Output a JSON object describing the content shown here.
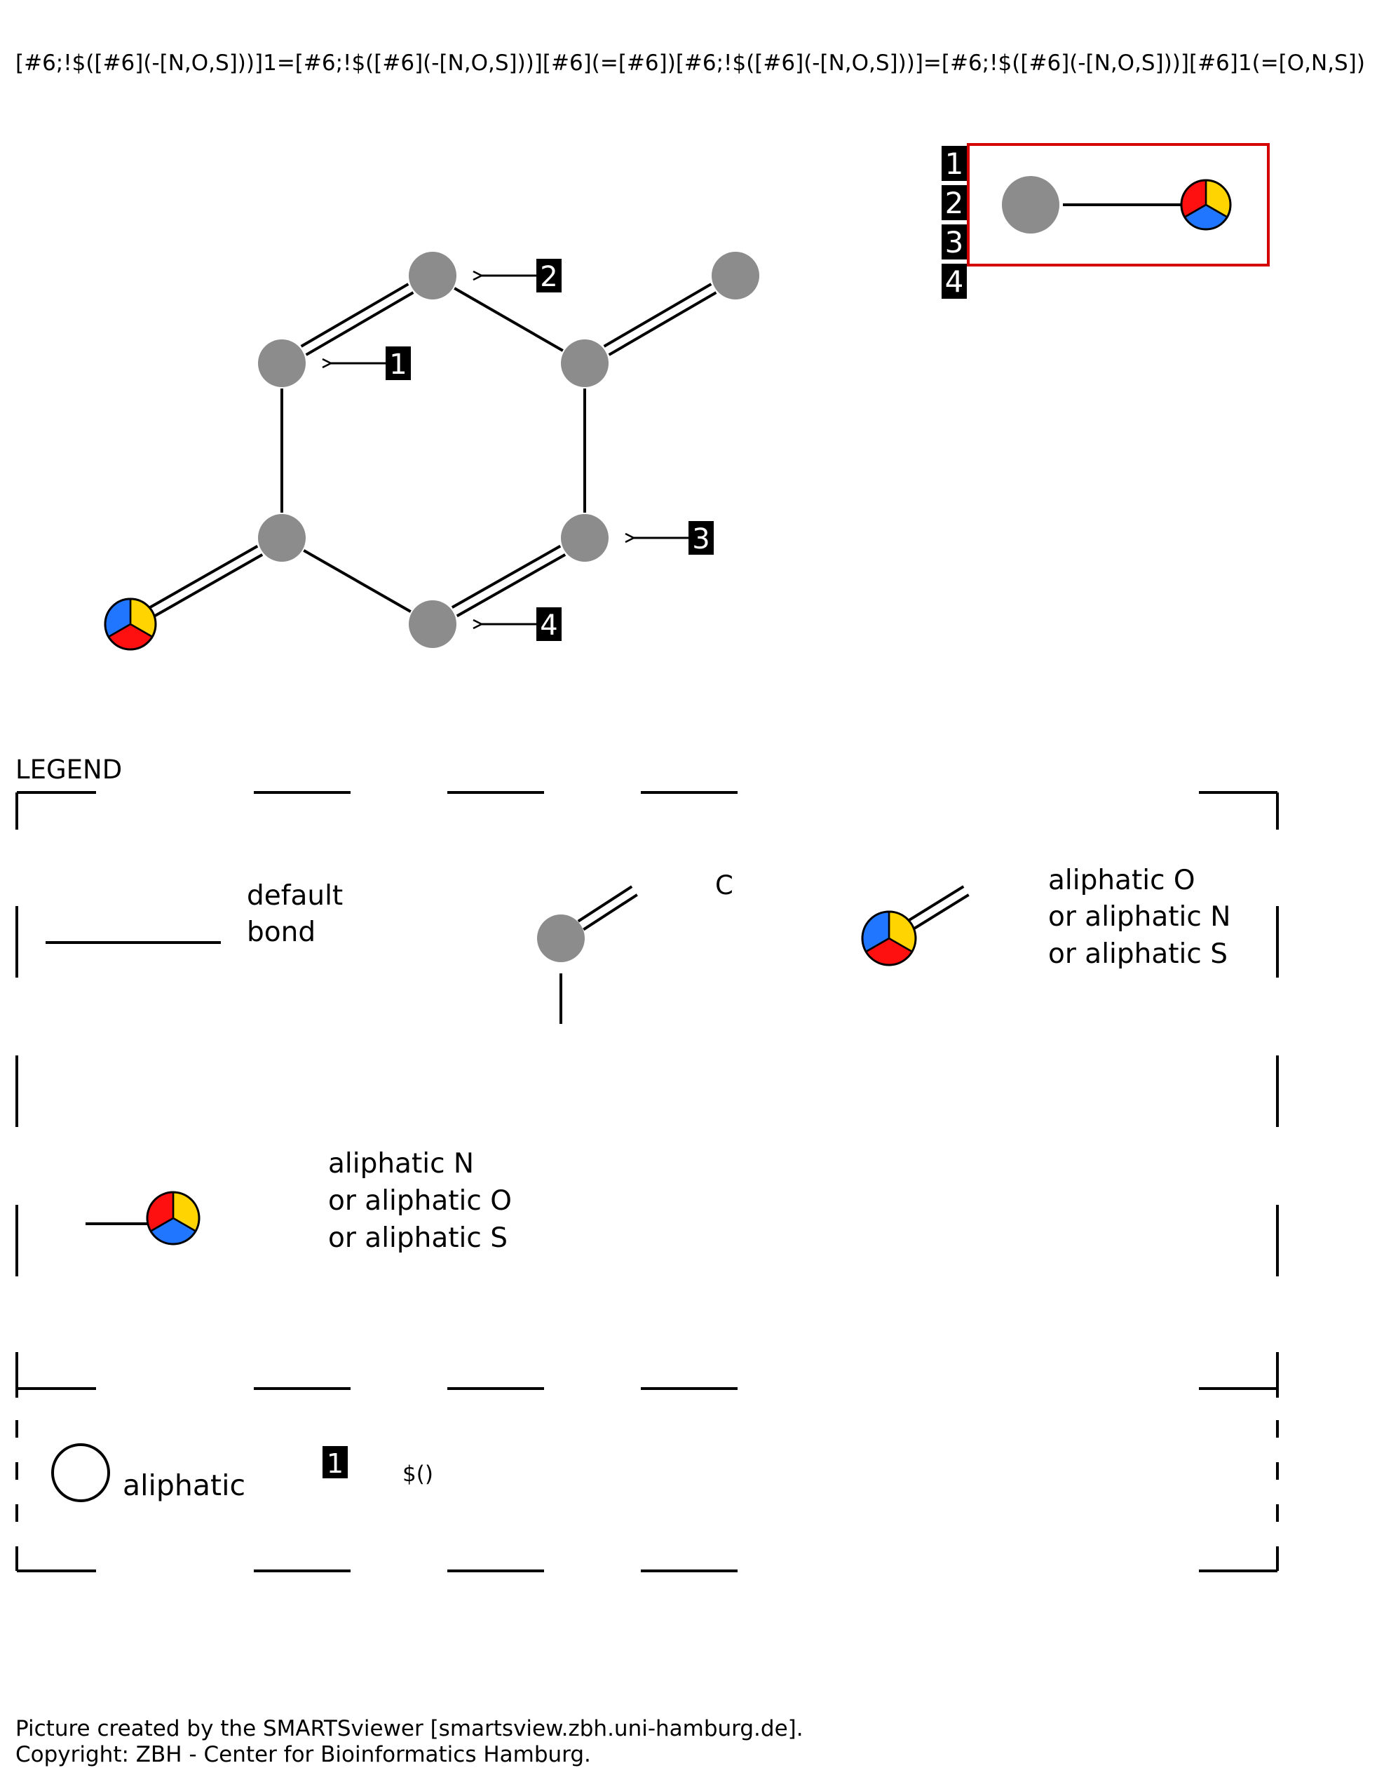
{
  "smarts": "[#6;!$([#6](-[N,O,S]))]1=[#6;!$([#6](-[N,O,S]))][#6](=[#6])[#6;!$([#6](-[N,O,S]))]=[#6;!$([#6](-[N,O,S]))][#6]1(=[O,N,S])",
  "colors": {
    "atom_gray": "#8c8c8c",
    "yellow": "#ffd400",
    "red": "#ff1010",
    "blue": "#2176ff",
    "box_red": "#d40000"
  },
  "molecule": {
    "atoms": [
      {
        "id": "a1",
        "kind": "gray"
      },
      {
        "id": "a2",
        "kind": "gray"
      },
      {
        "id": "a3",
        "kind": "gray"
      },
      {
        "id": "a4",
        "kind": "gray"
      },
      {
        "id": "a5",
        "kind": "gray"
      },
      {
        "id": "a6",
        "kind": "gray"
      },
      {
        "id": "a7",
        "kind": "gray"
      },
      {
        "id": "a8",
        "kind": "pie"
      }
    ],
    "bonds": [
      {
        "a": 0,
        "b": 1,
        "order": 2
      },
      {
        "a": 1,
        "b": 2,
        "order": 1
      },
      {
        "a": 2,
        "b": 3,
        "order": 2
      },
      {
        "a": 2,
        "b": 4,
        "order": 1
      },
      {
        "a": 4,
        "b": 5,
        "order": 2
      },
      {
        "a": 5,
        "b": 6,
        "order": 1
      },
      {
        "a": 6,
        "b": 7,
        "order": 2
      },
      {
        "a": 6,
        "b": 0,
        "order": 1
      }
    ],
    "markers": [
      {
        "label": "1",
        "atom": 0
      },
      {
        "label": "2",
        "atom": 1
      },
      {
        "label": "3",
        "atom": 4
      },
      {
        "label": "4",
        "atom": 5
      }
    ]
  },
  "recursive_group": {
    "labels": [
      "1",
      "2",
      "3",
      "4"
    ]
  },
  "legend": {
    "title": "LEGEND",
    "default_bond": [
      "default",
      "bond"
    ],
    "c_label": "C",
    "o_n_s": [
      "aliphatic O",
      "or aliphatic N",
      "or aliphatic S"
    ],
    "n_o_s": [
      "aliphatic N",
      "or aliphatic O",
      "or aliphatic S"
    ],
    "aliphatic": "aliphatic",
    "marker_label": "1",
    "recursive_label": "$()"
  },
  "footer": [
    "Picture created by the SMARTSviewer [smartsview.zbh.uni-hamburg.de].",
    "Copyright: ZBH - Center for Bioinformatics Hamburg."
  ]
}
